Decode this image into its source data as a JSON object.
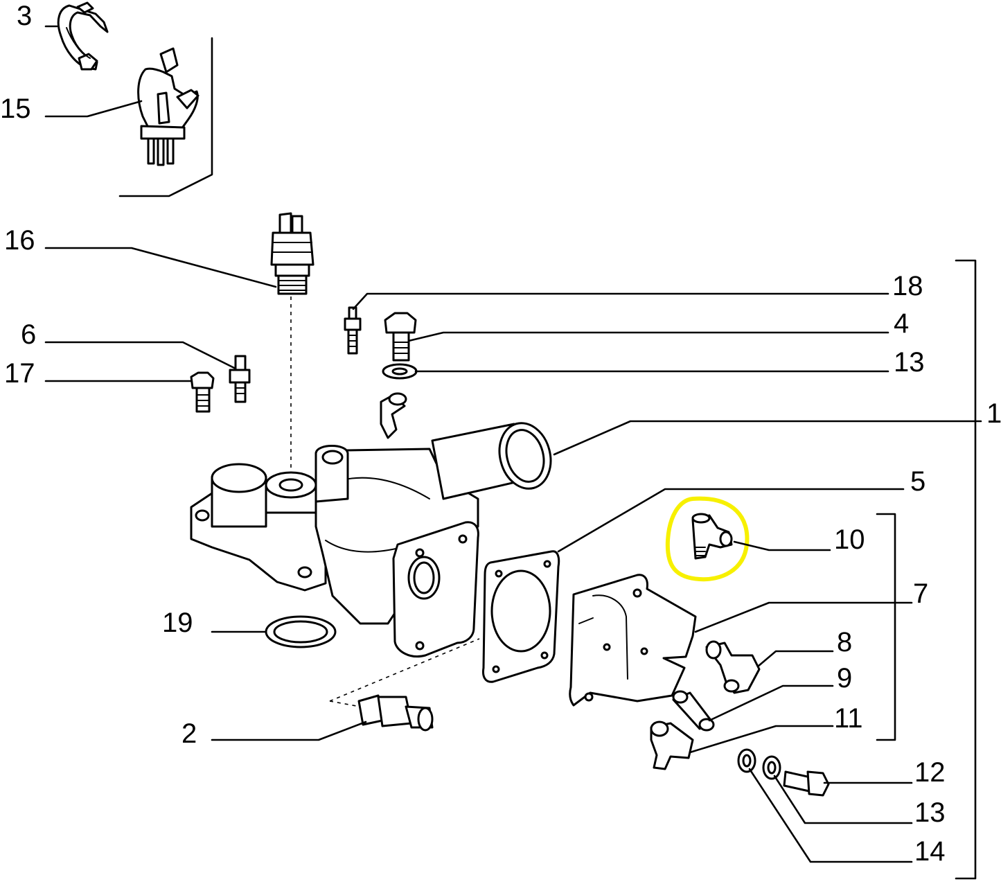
{
  "highlight_color": "#f7f000",
  "line_color": "#000000",
  "callouts": {
    "c1": "1",
    "c2": "2",
    "c3": "3",
    "c4": "4",
    "c5": "5",
    "c6": "6",
    "c7": "7",
    "c8": "8",
    "c9": "9",
    "c10": "10",
    "c11": "11",
    "c12": "12",
    "c13a": "13",
    "c13b": "13",
    "c14": "14",
    "c15": "15",
    "c16": "16",
    "c17": "17",
    "c18": "18",
    "c19": "19"
  }
}
